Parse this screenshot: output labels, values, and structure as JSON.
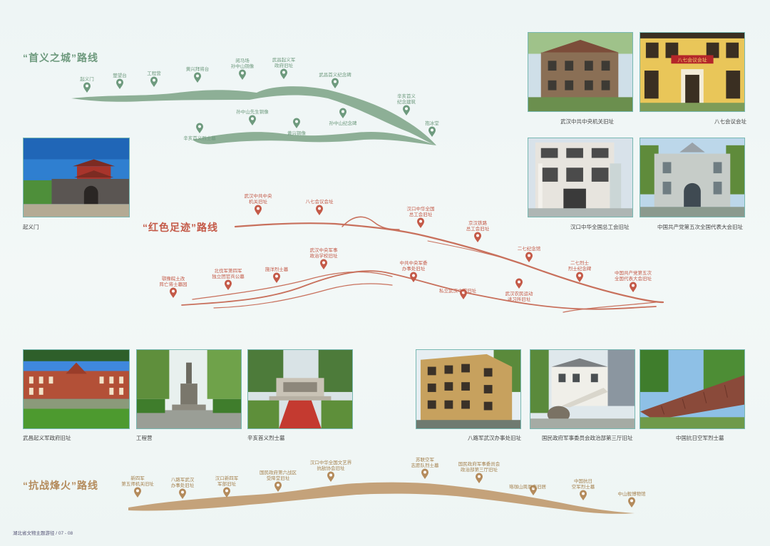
{
  "routes": {
    "shouyi": {
      "title": "“首义之城”路线",
      "color": "#6e9a7e",
      "pins": [
        [
          "起义门"
        ],
        [
          "楚望台"
        ],
        [
          "工程营"
        ],
        [
          "黄兴拜将台"
        ],
        [
          "阅马场",
          "孙中山铜像"
        ],
        [
          "武昌起义军",
          "政府旧址"
        ],
        [
          "武昌首义纪念碑"
        ],
        [
          "辛亥首义",
          "纪念建筑"
        ],
        [
          "孙中山先生铜像"
        ],
        [
          "黄兴铜像"
        ],
        [
          "孙中山纪念碑"
        ],
        [
          "辛亥首义烈士墓"
        ],
        [
          "抱冰堂"
        ]
      ]
    },
    "hongse": {
      "title": "“红色足迹”路线",
      "color": "#c45a48",
      "pins": [
        [
          "武汉中共中央",
          "机关旧址"
        ],
        [
          "八七会议会址"
        ],
        [
          "汉口中华全国",
          "总工会旧址"
        ],
        [
          "京汉铁路",
          "总工会旧址"
        ],
        [
          "二七纪念馆"
        ],
        [
          "二七烈士",
          "烈士纪念碑"
        ],
        [
          "中国共产党第五次",
          "全国代表大会旧址"
        ],
        [
          "施洋烈士墓"
        ],
        [
          "武汉中央军事",
          "政治学校旧址"
        ],
        [
          "中共中央军委",
          "办事处旧址"
        ],
        [
          "私立武汉中学旧址"
        ],
        [
          "武汉农民运动",
          "讲习所旧址"
        ],
        [
          "北伐军第四军",
          "独立团官兵公墓"
        ],
        [
          "鄂豫皖土改",
          "阵亡将士墓园"
        ]
      ]
    },
    "kangzhan": {
      "title": "“抗战烽火”路线",
      "color": "#b48b5c",
      "pins": [
        [
          "新四军",
          "第五师机关旧址"
        ],
        [
          "八路军武汉",
          "办事处旧址"
        ],
        [
          "汉口新四军",
          "军部旧址"
        ],
        [
          "国民政府第六战区",
          "受降堂旧址"
        ],
        [
          "汉口中华全国文艺界",
          "抗敌协会旧址"
        ],
        [
          "苏联空军",
          "志愿队烈士墓"
        ],
        [
          "国民政府军事委员会",
          "政治部第三厅旧址"
        ],
        [
          "珞珈山周恩来旧居"
        ],
        [
          "中国抗日",
          "空军烈士墓"
        ],
        [
          "中山舰博物馆"
        ]
      ]
    }
  },
  "photos": [
    {
      "caption": "武汉中共中央机关旧址"
    },
    {
      "caption": "八七会议会址",
      "sign": "八七会议会址"
    },
    {
      "caption": "汉口中华全国总工会旧址"
    },
    {
      "caption": "中国共产党第五次全国代表大会旧址"
    },
    {
      "caption": "起义门"
    },
    {
      "caption": "武昌起义军政府旧址"
    },
    {
      "caption": "工程营"
    },
    {
      "caption": "辛亥首义烈士墓"
    },
    {
      "caption": "八路军武汉办事处旧址"
    },
    {
      "caption": "国民政府军事委员会政治部第三厅旧址"
    },
    {
      "caption": "中国抗日空军烈士墓"
    }
  ],
  "footer": "湖北省文物主题游径 / 07 - 08"
}
